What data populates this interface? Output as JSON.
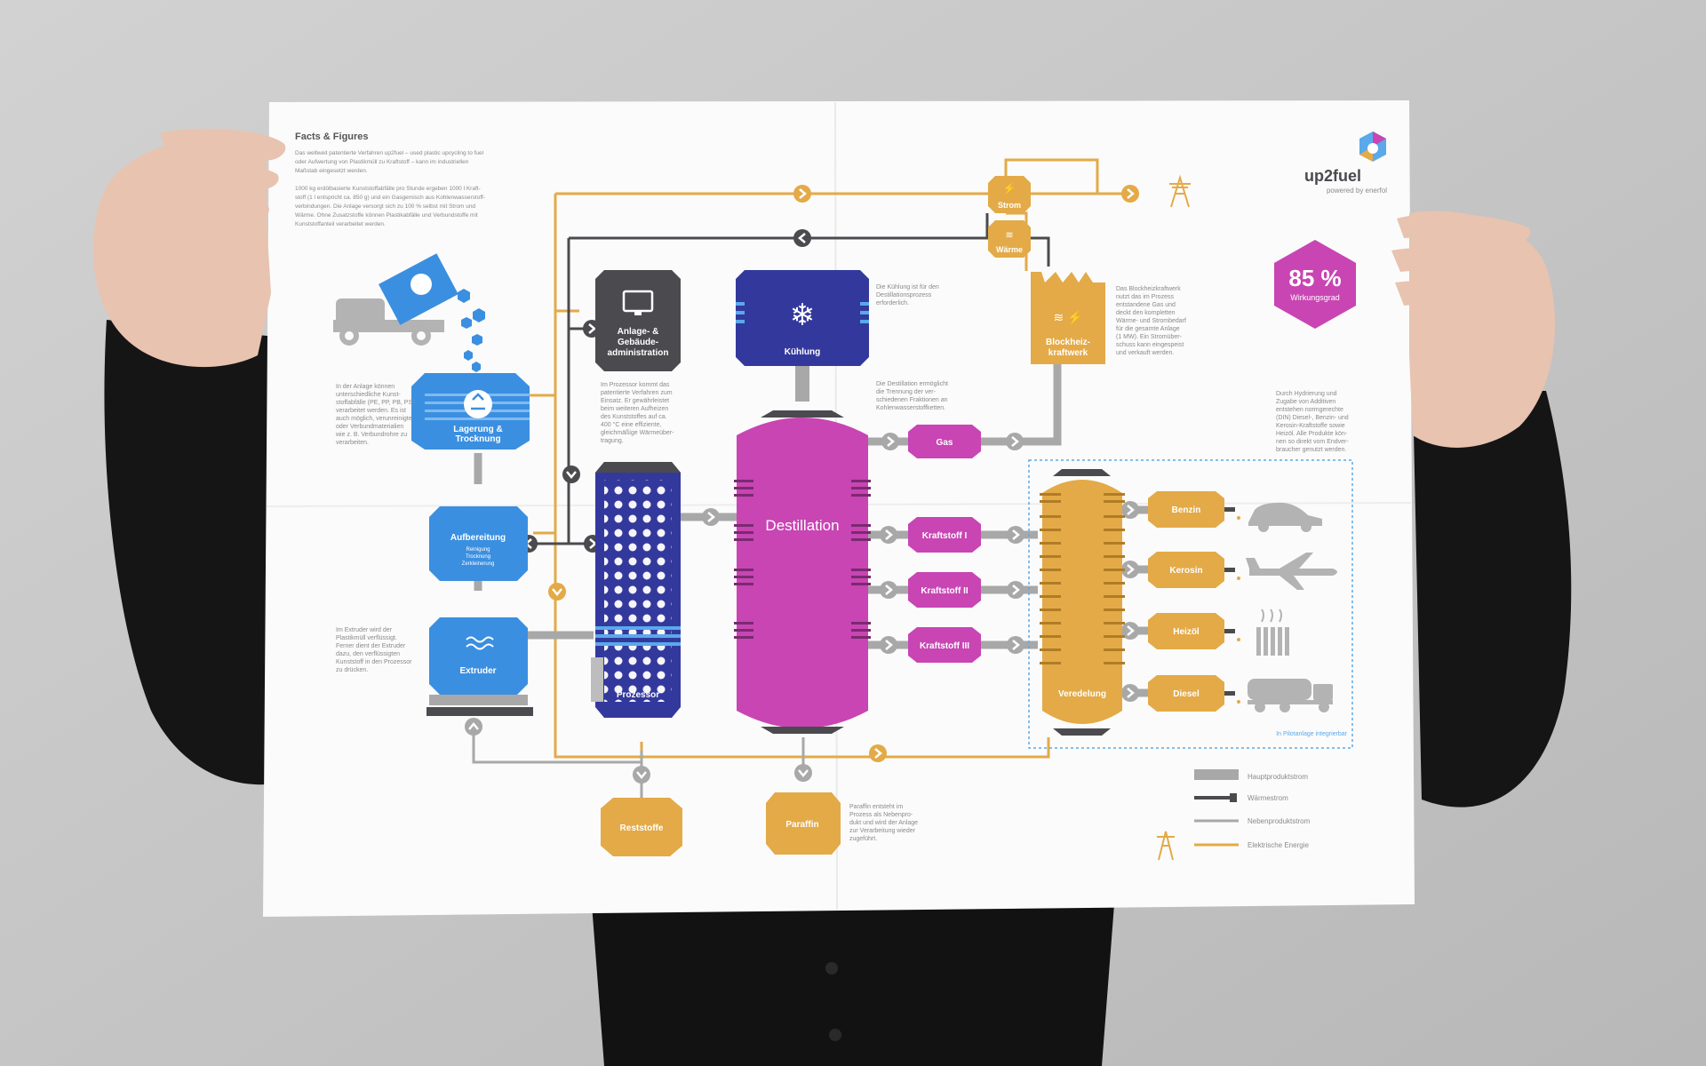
{
  "title": "Facts & Figures",
  "intro_lines": [
    "Das weltweit patentierte Verfahren up2fuel – used plastic upcycling to fuel",
    "oder Aufwertung von Plastikmüll zu Kraftstoff – kann im industriellen",
    "Maßstab eingesetzt werden."
  ],
  "intro2_lines": [
    "1000 kg erdölbasierte Kunststoffabfälle pro Stunde ergeben 1000 l Kraft-",
    "stoff (1 l entspricht ca. 850 g) und ein Gasgemisch aus Kohlenwasserstoff-",
    "verbindungen. Die Anlage versorgt sich zu 100 % selbst mit Strom und",
    "Wärme. Ohne Zusatzstoffe können Plastikabfälle und Verbundstoffe mit",
    "Kunststoffanteil verarbeitet werden."
  ],
  "brand": {
    "name": "up2fuel",
    "tagline": "powered by enerfol"
  },
  "efficiency": {
    "value": "85 %",
    "label": "Wirkungsgrad"
  },
  "nodes": {
    "strom": "Strom",
    "waerme": "Wärme",
    "anlage": [
      "Anlage- &",
      "Gebäude-",
      "administration"
    ],
    "kuehlung": "Kühlung",
    "blockheiz": [
      "Blockheiz-",
      "kraftwerk"
    ],
    "lagerung": [
      "Lagerung &",
      "Trocknung"
    ],
    "aufbereitung": "Aufbereitung",
    "aufbereitung_sub": [
      "Reinigung",
      "Trocknung",
      "Zerkleinerung"
    ],
    "extruder": "Extruder",
    "prozessor": "Prozessor",
    "destillation": "Destillation",
    "gas": "Gas",
    "kraftstoff1": "Kraftstoff I",
    "kraftstoff2": "Kraftstoff II",
    "kraftstoff3": "Kraftstoff III",
    "veredelung": "Veredelung",
    "benzin": "Benzin",
    "kerosin": "Kerosin",
    "heizoel": "Heizöl",
    "diesel": "Diesel",
    "reststoffe": "Reststoffe",
    "paraffin": "Paraffin",
    "pilot_note": "In Pilotanlage integrierbar"
  },
  "notes": {
    "kuehlung": [
      "Die Kühlung ist für den",
      "Destillationsprozess",
      "erforderlich."
    ],
    "destillation": [
      "Die Destillation ermöglicht",
      "die Trennung der ver-",
      "schiedenen Fraktionen an",
      "Kohlenwasserstoffketten."
    ],
    "blockheiz": [
      "Das Blockheizkraftwerk",
      "nutzt das im Prozess",
      "entstandene Gas und",
      "deckt den kompletten",
      "Wärme- und Strombedarf",
      "für die gesamte Anlage",
      "(1 MW). Ein Stromüber-",
      "schuss kann eingespeist",
      "und verkauft werden."
    ],
    "veredelung": [
      "Durch Hydrierung und",
      "Zugabe von Additiven",
      "entstehen normgerechte",
      "(DIN) Diesel-, Benzin- und",
      "Kerosin-Kraftstoffe sowie",
      "Heizöl. Alle Produkte kön-",
      "nen so direkt vom Endver-",
      "braucher genutzt werden."
    ],
    "lagerung": [
      "In der Anlage können",
      "unterschiedliche Kunst-",
      "stoffabfälle (PE, PP, PB, PS)",
      "verarbeitet werden. Es ist",
      "auch möglich, verunreinigte",
      "oder Verbundmaterialien",
      "wie z. B. Verbundrohre zu",
      "verarbeiten."
    ],
    "prozessor": [
      "Im Prozessor kommt das",
      "patentierte Verfahren zum",
      "Einsatz. Er gewährleistet",
      "beim weiteren Aufheizen",
      "des Kunststoffes auf ca.",
      "400 °C eine effiziente,",
      "gleichmäßige Wärmeüber-",
      "tragung."
    ],
    "extruder": [
      "Im Extruder wird der",
      "Plastikmüll verflüssigt.",
      "Ferner dient der Extruder",
      "dazu, den verflüssigten",
      "Kunststoff in den Prozessor",
      "zu drücken."
    ],
    "paraffin": [
      "Paraffin entsteht im",
      "Prozess als Nebenpro-",
      "dukt und wird der Anlage",
      "zur Verarbeitung wieder",
      "zugeführt."
    ]
  },
  "legend": [
    "Hauptproduktstrom",
    "Wärmestrom",
    "Nebenproduktstrom",
    "Elektrische Energie"
  ],
  "colors": {
    "orange": "#e3aa47",
    "magenta": "#c845b3",
    "navy": "#33399c",
    "blue": "#3b8fe0",
    "dark": "#4b4b4f",
    "gray": "#a8a8a8",
    "light_blue_bar": "#5aa9ea"
  }
}
